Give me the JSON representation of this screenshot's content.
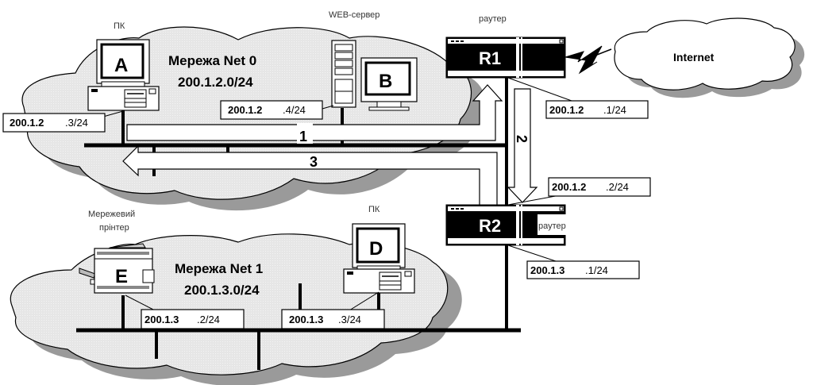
{
  "diagram": {
    "networks": [
      {
        "id": "net0",
        "name": "Мережа Net 0",
        "prefix": "200.1.2.0/24"
      },
      {
        "id": "net1",
        "name": "Мережа Net 1",
        "prefix": "200.1.3.0/24"
      },
      {
        "id": "internet",
        "name": "Internet"
      }
    ],
    "devices": {
      "A": {
        "letter": "A",
        "caption": "ПК",
        "ip_net": "200.1.2",
        "ip_host": ".3/24"
      },
      "B": {
        "letter": "B",
        "caption": "WEB-сервер",
        "ip_net": "200.1.2",
        "ip_host": ".4/24"
      },
      "R1": {
        "letter": "R1",
        "caption": "раутер",
        "ip_net": "200.1.2",
        "ip_host": ".1/24"
      },
      "R2": {
        "letter": "R2",
        "caption": "раутер",
        "ip1_net": "200.1.2",
        "ip1_host": ".2/24",
        "ip2_net": "200.1.3",
        "ip2_host": ".1/24"
      },
      "D": {
        "letter": "D",
        "caption": "ПК",
        "ip_net": "200.1.3",
        "ip_host": ".3/24"
      },
      "E": {
        "letter": "E",
        "caption_line1": "Мережевий",
        "caption_line2": "прінтер",
        "ip_net": "200.1.3",
        "ip_host": ".2/24"
      }
    },
    "flow_arrows": [
      {
        "label": "1",
        "from": "A",
        "to": "R1",
        "direction": "right-then-up"
      },
      {
        "label": "2",
        "from": "R1",
        "to": "R2",
        "direction": "down"
      },
      {
        "label": "3",
        "from": "R2",
        "to": "A",
        "direction": "up-then-left"
      }
    ],
    "colors": {
      "cloud_fill": "#e8e8e8",
      "cloud_shadow": "#9a9a9a",
      "outline": "#000000",
      "router_body": "#000000"
    }
  }
}
